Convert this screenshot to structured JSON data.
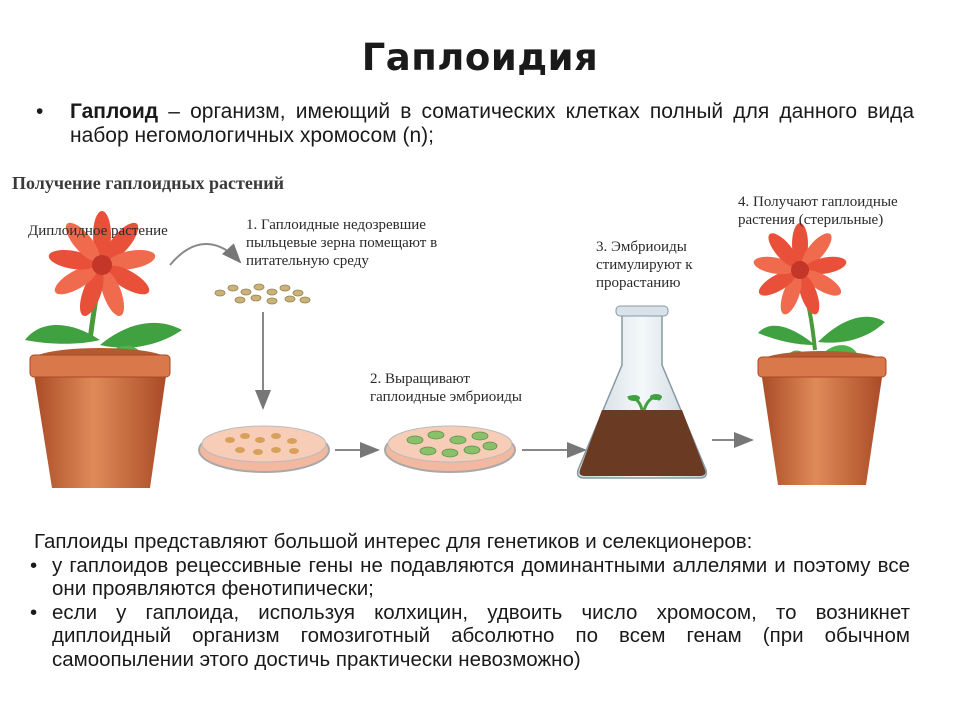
{
  "title": "Гаплоидия",
  "definition": {
    "bullet": "•",
    "term": "Гаплоид",
    "text": " – организм, имеющий в соматических клетках полный для данного вида набор негомологичных хромосом (n);"
  },
  "diagram": {
    "heading": "Получение гаплоидных растений",
    "diploid_label": "Диплоидное растение",
    "step1_lines": [
      "1. Гаплоидные недозревшие",
      "пыльцевые зерна помещают в",
      "питательную среду"
    ],
    "step2_lines": [
      "2. Выращивают",
      "гаплоидные эмбриоиды"
    ],
    "step3_lines": [
      "3. Эмбриоиды",
      "стимулируют к",
      "прорастанию"
    ],
    "step4_lines": [
      "4. Получают гаплоидные",
      "растения (стерильные)"
    ]
  },
  "bottom": {
    "lead": "Гаплоиды представляют большой интерес для генетиков и селекционеров:",
    "items": [
      "у гаплоидов рецессивные гены не подавляются доминантными аллелями и поэтому все они проявляются фенотипически;",
      "если у гаплоида, используя колхицин, удвоить число хромосом, то возникнет диплоидный организм гомозиготный абсолютно по всем генам (при обычном самоопылении этого достичь практически невозможно)"
    ],
    "bullet": "•"
  },
  "colors": {
    "petal": "#e8503a",
    "petal_light": "#f58a6e",
    "leaf": "#3fa140",
    "stem": "#4a9a3a",
    "pot": "#d9784a",
    "pot_dark": "#a84a26",
    "dish": "#f2b8a0",
    "soil": "#6b3a22"
  }
}
